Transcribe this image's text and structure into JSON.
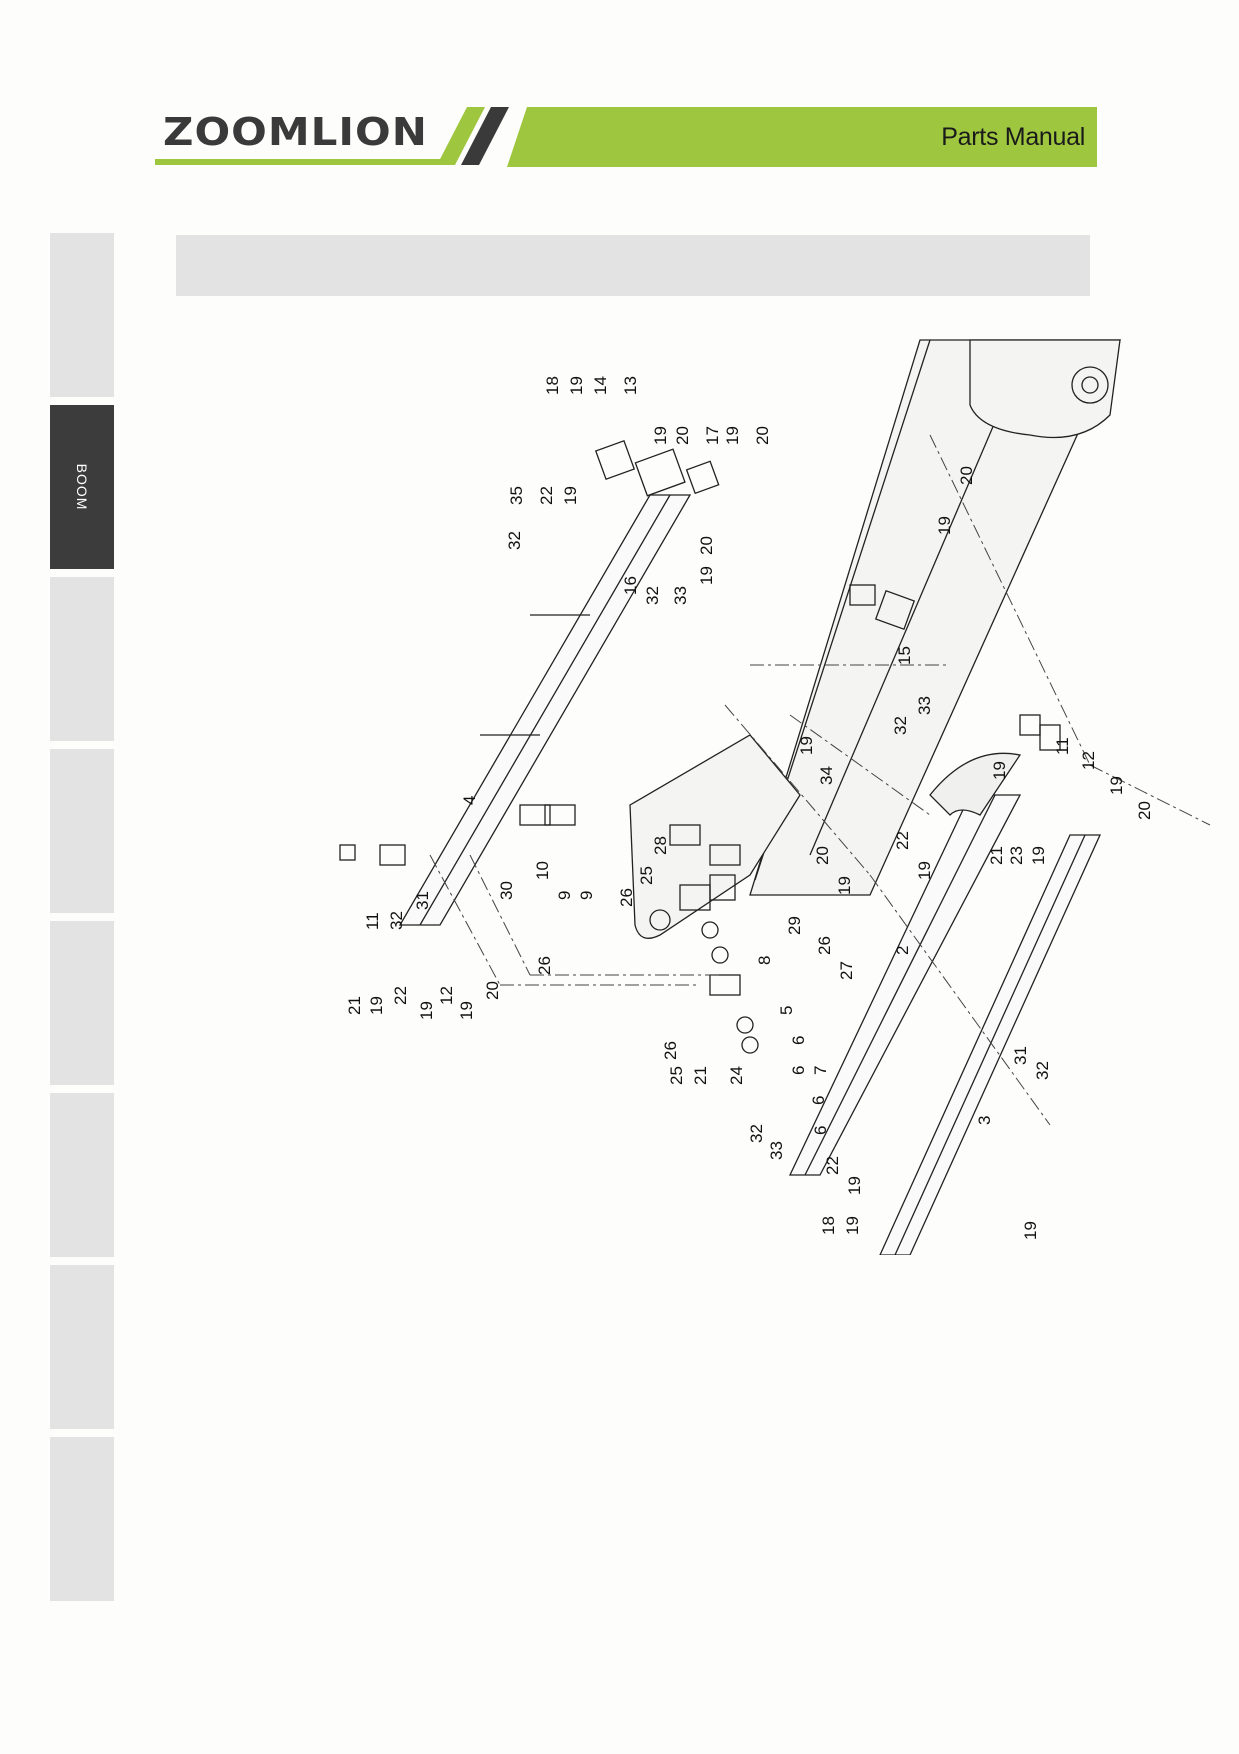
{
  "header": {
    "brand": "ZOOMLION",
    "manual_title": "Parts Manual"
  },
  "sidebar": {
    "tabs": [
      {
        "label": ""
      },
      {
        "label": "BOOM",
        "active": true
      },
      {
        "label": ""
      },
      {
        "label": ""
      },
      {
        "label": ""
      },
      {
        "label": ""
      },
      {
        "label": ""
      },
      {
        "label": ""
      }
    ]
  },
  "section_bar": {
    "text": ""
  },
  "drawing": {
    "callouts": [
      "18",
      "19",
      "14",
      "13",
      "19",
      "20",
      "17",
      "19",
      "20",
      "35",
      "22",
      "19",
      "32",
      "16",
      "32",
      "33",
      "19",
      "20",
      "20",
      "19",
      "15",
      "33",
      "32",
      "19",
      "34",
      "11",
      "19",
      "12",
      "19",
      "20",
      "22",
      "19",
      "21",
      "23",
      "19",
      "4",
      "28",
      "25",
      "26",
      "10",
      "9",
      "9",
      "30",
      "26",
      "31",
      "32",
      "11",
      "21",
      "19",
      "22",
      "19",
      "12",
      "19",
      "20",
      "20",
      "19",
      "29",
      "26",
      "27",
      "8",
      "2",
      "5",
      "6",
      "6",
      "26",
      "25",
      "21",
      "24",
      "7",
      "6",
      "6",
      "32",
      "33",
      "31",
      "32",
      "3",
      "22",
      "19",
      "18",
      "19",
      "19"
    ]
  }
}
